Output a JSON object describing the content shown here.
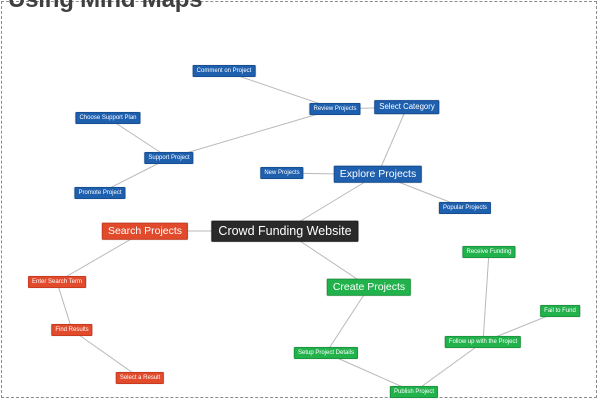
{
  "header": {
    "title": "Using Mind Maps"
  },
  "colors": {
    "blue": "#1e5fae",
    "red": "#e24a2c",
    "green": "#22b24c",
    "dark": "#2a2a2a",
    "line": "#b9b9b9"
  },
  "mindmap": {
    "central": "Crowd Funding Website",
    "nodes": {
      "search_projects": "Search Projects",
      "enter_search_term": "Enter Search Term",
      "find_results": "Find Results",
      "select_a_result": "Select a Result",
      "explore_projects": "Explore Projects",
      "new_projects": "New Projects",
      "popular_projects": "Popular Projects",
      "select_category": "Select Category",
      "review_projects": "Review Projects",
      "comment_on_project": "Comment on Project",
      "support_project": "Support Project",
      "choose_support_plan": "Choose Support Plan",
      "promote_project": "Promote Project",
      "create_projects": "Create Projects",
      "setup_project_details": "Setup Project Details",
      "publish_project": "Publish Project",
      "follow_up_with_project": "Follow up with the Project",
      "receive_funding": "Receive Funding",
      "fail_to_fund": "Fail to Fund"
    }
  }
}
